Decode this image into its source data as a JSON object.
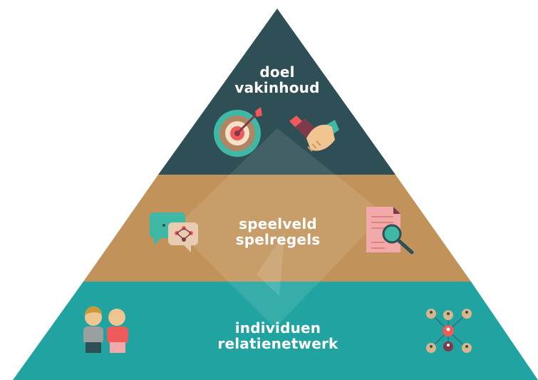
{
  "colors": {
    "top": "#2f4f56",
    "middle": "#c1935a",
    "bottom": "#21a4a1",
    "accent_pink": "#ef5b5b",
    "accent_teal": "#3fb8a6"
  },
  "tiers": [
    {
      "id": "top",
      "lines": [
        "doel",
        "vakinhoud"
      ],
      "icons": [
        "target-icon",
        "handshake-icon"
      ]
    },
    {
      "id": "middle",
      "lines": [
        "speelveld",
        "spelregels"
      ],
      "icons": [
        "chat-bubbles-icon",
        "document-search-icon"
      ]
    },
    {
      "id": "bottom",
      "lines": [
        "individuen",
        "relatienetwerk"
      ],
      "icons": [
        "people-icon",
        "network-icon"
      ]
    }
  ]
}
